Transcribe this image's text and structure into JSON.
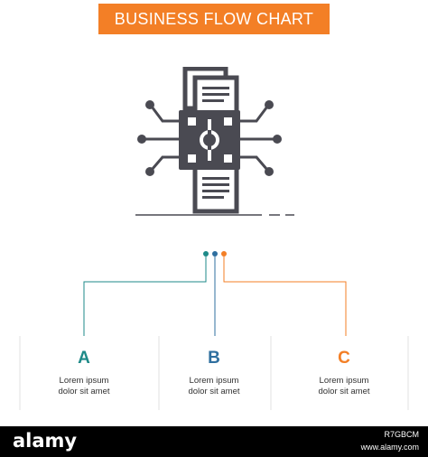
{
  "banner": {
    "title": "BUSINESS FLOW CHART",
    "color": "#f37f26"
  },
  "hero": {
    "icon": "data-analysis-processing-icon",
    "color": "#4a4a52"
  },
  "connectors": {
    "colors": [
      "#1e8a88",
      "#2f6f9f",
      "#f37f26"
    ]
  },
  "steps": [
    {
      "letter": "A",
      "caption_line1": "Lorem ipsum",
      "caption_line2": "dolor sit amet",
      "color": "#1e8a88"
    },
    {
      "letter": "B",
      "caption_line1": "Lorem ipsum",
      "caption_line2": "dolor sit amet",
      "color": "#2f6f9f"
    },
    {
      "letter": "C",
      "caption_line1": "Lorem ipsum",
      "caption_line2": "dolor sit amet",
      "color": "#f37f26"
    }
  ],
  "footer": {
    "brand": "alamy",
    "image_id": "R7GBCM",
    "site": "www.alamy.com"
  }
}
